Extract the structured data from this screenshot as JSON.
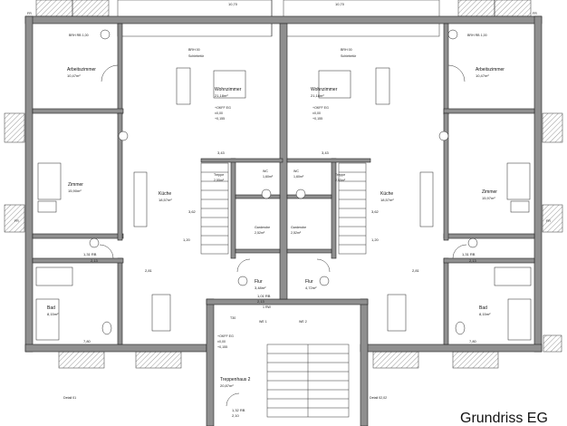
{
  "title": "Grundriss EG",
  "rooms": {
    "arbeit_left": "Arbeitszimmer",
    "arbeit_left_area": "10,47m²",
    "arbeit_right": "Arbeitszimmer",
    "arbeit_right_area": "10,47m²",
    "wohn_left": "Wohnzimmer",
    "wohn_left_area": "21,18m²",
    "wohn_right": "Wohnzimmer",
    "wohn_right_area": "21,18m²",
    "zimmer_left": "Zimmer",
    "zimmer_left_area": "15,90m²",
    "zimmer_right": "Zimmer",
    "zimmer_right_area": "15,97m²",
    "kueche_left": "Küche",
    "kueche_left_area": "18,57m²",
    "kueche_right": "Küche",
    "kueche_right_area": "18,57m²",
    "garderobe_left": "Garderobe",
    "garderobe_left_area": "2,52m²",
    "garderobe_right": "Garderobe",
    "garderobe_right_area": "2,52m²",
    "treppe_left": "Treppe",
    "treppe_left_area": "2,55m²",
    "treppe_right": "Treppe",
    "treppe_right_area": "2,55m²",
    "wc_left": "WC",
    "wc_left_area": "1,60m²",
    "wc_right": "WC",
    "wc_right_area": "1,60m²",
    "flur_left": "Flur",
    "flur_left_area": "3,48m²",
    "flur_right": "Flur",
    "flur_right_area": "4,72m²",
    "bad_left": "Bad",
    "bad_left_area": "8,15m²",
    "bad_right": "Bad",
    "bad_right_area": "8,15m²",
    "treppenhaus": "Treppenhaus 2",
    "treppenhaus_area": "20,87m²"
  },
  "labels": {
    "okff_left": "+OKFF EG",
    "okff_left_val": "±0,00",
    "okff_left_val2": "+0,155",
    "okff_right": "+OKFF EG",
    "okff_right_val": "±0,00",
    "okff_right_val2": "+0,155",
    "okff_stair": "+OKFF EG",
    "okff_stair_val": "±0,00",
    "okff_stair_val2": "+0,155",
    "fr_tl": "FR",
    "fr_tr": "FR",
    "fr_ml": "FR",
    "fr_mr": "FR",
    "brh_tl": "BRH RB 1,00",
    "brh_tr": "BRH RB 1,00",
    "brh_00_l": "BRH 00",
    "brh_00_r": "BRH 00",
    "schiebetuer_l": "Schiebetür",
    "schiebetuer_r": "Schiebetür",
    "detail_l": "Detail 01",
    "detail_r": "Detail 02,02",
    "t_label": "T30",
    "rw": "1 RW",
    "we_l": "WE 1",
    "we_r": "WE 2"
  },
  "dimensions": {
    "d_top_left": "10,70",
    "d_top_right": "10,70",
    "d_wohn_w": "3,43",
    "d_wohn_w2": "3,43",
    "d_kueche_h": "3,62",
    "d_kueche_h2": "3,62",
    "d_mid1": "1,20",
    "d_mid2": "1,20",
    "d_bath_l": "1,31 RB",
    "d_bath_r": "1,31 RB",
    "d_2_13_l": "2,13",
    "d_2_13_r": "2,13",
    "d_2_81": "2,81",
    "d_2_81r": "2,81",
    "d_flur": "1,01 RB",
    "d_flur2": "2,13",
    "d_lower": "1,32 RB",
    "d_lower2": "2,10",
    "d_7_80": "7,80",
    "d_7_80r": "7,80"
  }
}
